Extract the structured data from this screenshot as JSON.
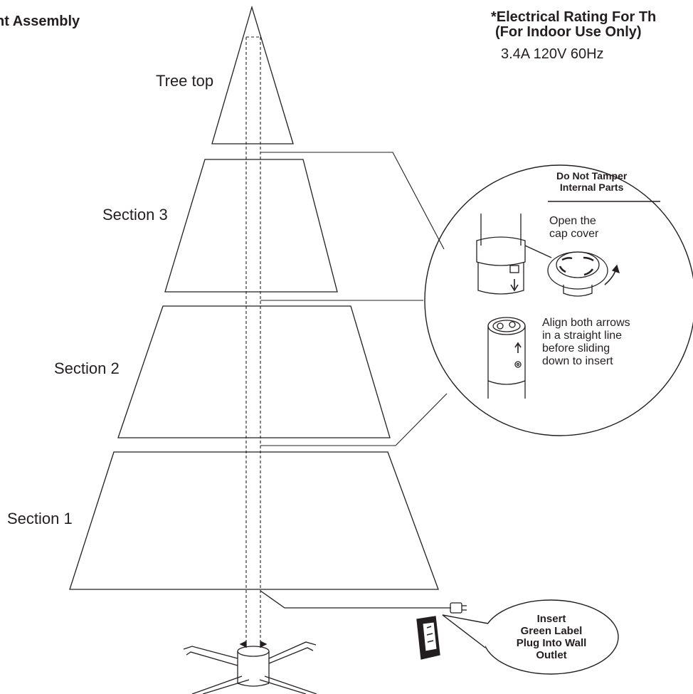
{
  "header": {
    "title": "nt Assembly",
    "rating_title_line1": "*Electrical Rating For Th",
    "rating_title_line2": "(For Indoor Use Only)",
    "rating_value": "3.4A 120V 60Hz"
  },
  "labels": {
    "tree_top": "Tree top",
    "section_3": "Section 3",
    "section_2": "Section 2",
    "section_1": "Section 1"
  },
  "detail": {
    "warning_line1": "Do Not Tamper",
    "warning_line2": "Internal Parts",
    "cap_note_line1": "Open the",
    "cap_note_line2": "cap cover",
    "align_note_line1": "Align both arrows",
    "align_note_line2": "in a straight line",
    "align_note_line3": "before sliding",
    "align_note_line4": "down to insert"
  },
  "plug_callout": {
    "line1": "Insert",
    "line2": "Green Label",
    "line3": "Plug Into Wall",
    "line4": "Outlet"
  },
  "colors": {
    "line": "#231f20",
    "background": "#ffffff"
  }
}
